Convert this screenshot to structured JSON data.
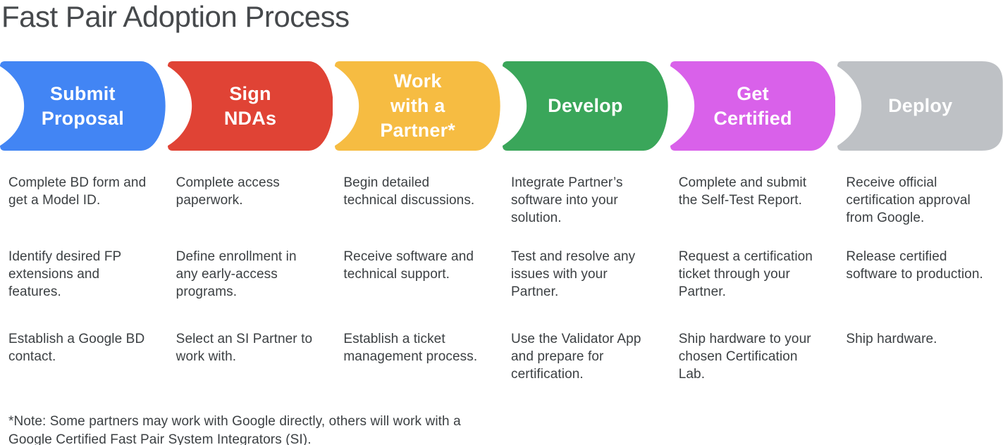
{
  "title": "Fast Pair Adoption Process",
  "footnote": "*Note: Some partners may work with Google directly, others will work with a Google Certified Fast Pair System Integrators (SI).",
  "colors": {
    "title_text": "#46494c",
    "body_text": "#3c4043",
    "label_text": "#ffffff"
  },
  "steps": [
    {
      "label": "Submit\nProposal",
      "color": "#4285F4",
      "items": [
        "Complete BD form and get a Model ID.",
        "Identify desired FP extensions and features.",
        "Establish a Google BD contact."
      ]
    },
    {
      "label": "Sign\nNDAs",
      "color": "#E04335",
      "items": [
        "Complete access paperwork.",
        "Define enrollment in any early-access programs.",
        "Select an SI Partner to work with."
      ]
    },
    {
      "label": "Work\nwith a\nPartner*",
      "color": "#F6BC42",
      "items": [
        "Begin detailed technical discussions.",
        "Receive software and technical support.",
        "Establish a ticket management process."
      ]
    },
    {
      "label": "Develop",
      "color": "#3AA65A",
      "items": [
        "Integrate Partner’s software into your solution.",
        "Test and resolve any issues with your Partner.",
        "Use the Validator App and prepare for certification."
      ]
    },
    {
      "label": "Get\nCertified",
      "color": "#D961EA",
      "items": [
        "Complete and submit the Self-Test Report.",
        "Request a certification ticket through your Partner.",
        "Ship hardware to your chosen Certification Lab."
      ]
    },
    {
      "label": "Deploy",
      "color": "#BEC1C5",
      "items": [
        "Receive official certification approval from Google.",
        "Release certified software to production.",
        "Ship hardware."
      ]
    }
  ]
}
